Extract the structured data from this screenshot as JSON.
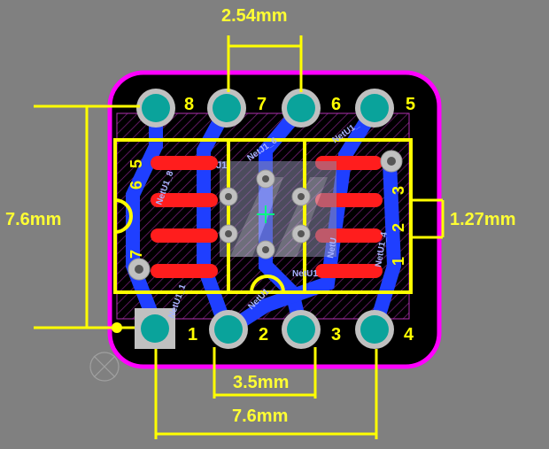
{
  "colors": {
    "background": "#808080",
    "board_outline": "#ff00ff",
    "board_fill": "#000000",
    "silkscreen": "#ffff00",
    "pad": "#0aa39b",
    "pad_ring": "#c0c0c0",
    "bottom_copper": "#1f3fff",
    "top_copper": "#ff1d1d",
    "dimension_text": "#ffff33",
    "net_label": "#a8b4ff",
    "center_marker": "#00ff7f"
  },
  "dimensions": {
    "pin_pitch": "2.54mm",
    "row_spacing": "7.6mm",
    "smd_pitch": "1.27mm",
    "smd_span": "3.5mm",
    "dip_width": "7.6mm"
  },
  "dip_pins": {
    "top_row": [
      "8",
      "7",
      "6",
      "5"
    ],
    "bottom_row": [
      "1",
      "2",
      "3",
      "4"
    ]
  },
  "smd_pin_labels": {
    "left_upper": "5",
    "left_mid": "6",
    "left_lower": "7",
    "right_upper": "3",
    "right_mid": "2",
    "right_lower": "1"
  },
  "net_labels": {
    "net_a": "NetU1_8",
    "net_b": "NetJ1_6",
    "net_c": "NetU1_",
    "net_d": "NetU1_4",
    "net_e": "NetU1_1",
    "net_f": "NetU1_",
    "net_g": "NetU1",
    "net_h": "NetU",
    "designator": "J1"
  },
  "icons": {
    "origin_marker": "circle-cross-icon",
    "logo": "watermark-logo-icon"
  }
}
